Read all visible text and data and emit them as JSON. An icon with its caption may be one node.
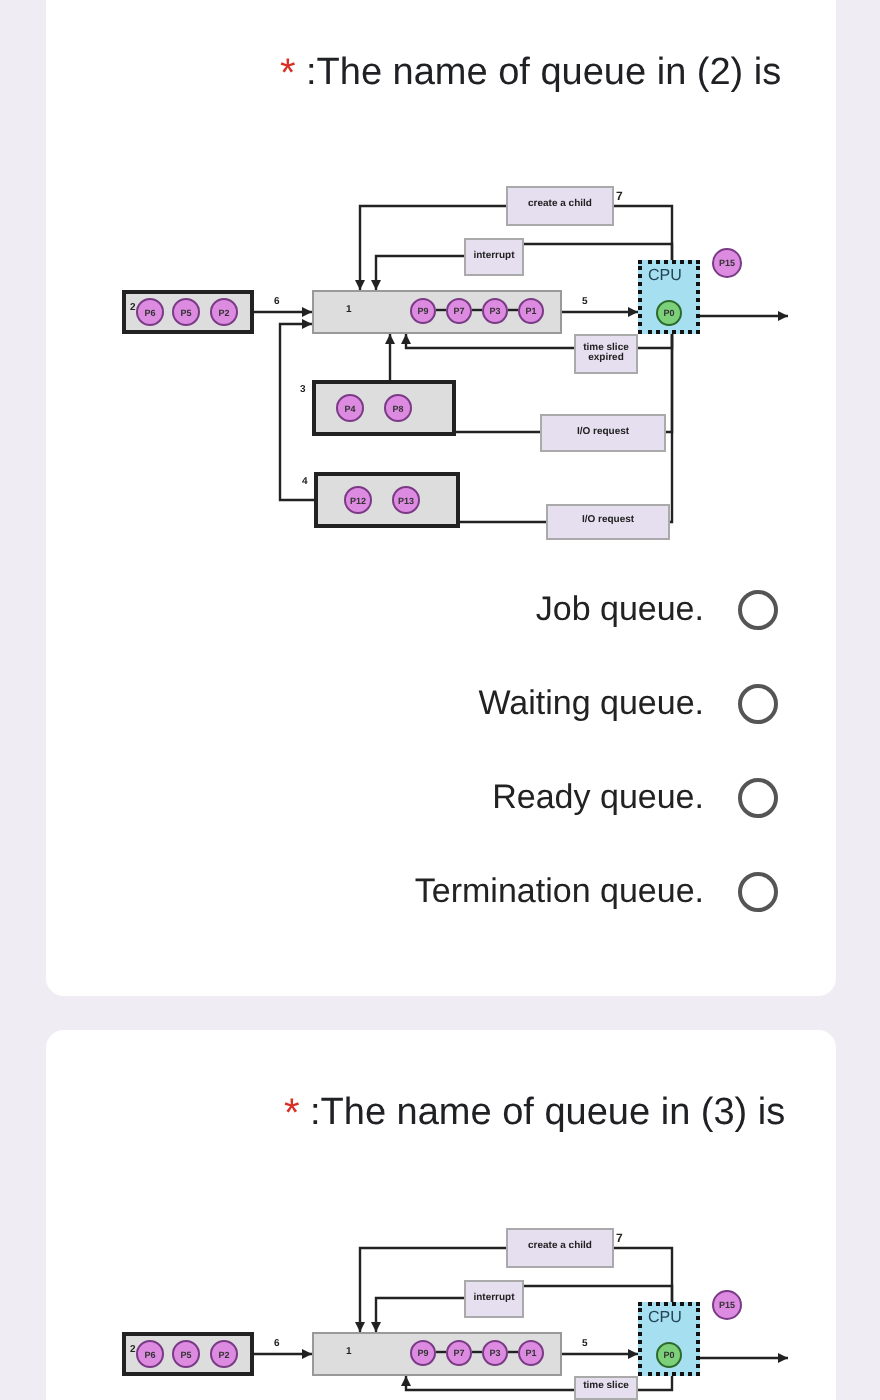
{
  "diagram": {
    "nodes": [
      {
        "text": [
          "2"
        ]
      },
      {
        "text": [
          "P6"
        ],
        "in": 0
      },
      {
        "text": [
          "P5"
        ],
        "in": 0
      },
      {
        "text": [
          "P2"
        ],
        "in": 0
      },
      {
        "text": [
          "1"
        ]
      },
      {
        "text": [
          "P9"
        ],
        "in": 4
      },
      {
        "text": [
          "P7"
        ],
        "in": 4
      },
      {
        "text": [
          "P3"
        ],
        "in": 4
      },
      {
        "text": [
          "P1"
        ],
        "in": 4
      },
      {
        "text": [
          "CPU"
        ]
      },
      {
        "text": [
          "P0"
        ],
        "in": 9
      },
      {
        "text": [
          "P15"
        ]
      },
      {
        "text": [],
        "shape": "box",
        "beside": [
          "3"
        ]
      },
      {
        "text": [
          "P4"
        ],
        "in": 12
      },
      {
        "text": [
          "P8"
        ],
        "in": 12
      },
      {
        "text": [],
        "shape": "box",
        "beside": [
          "4"
        ]
      },
      {
        "text": [
          "P12"
        ],
        "in": 15
      },
      {
        "text": [
          "P13"
        ],
        "in": 15
      },
      {
        "text": [
          "create a child"
        ],
        "beside": [
          "7"
        ]
      },
      {
        "text": [
          "interrupt"
        ]
      },
      {
        "text": [
          "time slice expired"
        ]
      },
      {
        "text": [
          "I/O request"
        ]
      },
      {
        "text": [
          "I/O request"
        ]
      },
      {
        "text": [
          "2"
        ]
      },
      {
        "text": [
          "P6"
        ],
        "in": 23
      },
      {
        "text": [
          "P5"
        ],
        "in": 23
      },
      {
        "text": [
          "P2"
        ],
        "in": 23
      },
      {
        "text": [
          "1"
        ]
      },
      {
        "text": [
          "P9"
        ],
        "in": 27
      },
      {
        "text": [
          "P7"
        ],
        "in": 27
      },
      {
        "text": [
          "P3"
        ],
        "in": 27
      },
      {
        "text": [
          "P1"
        ],
        "in": 27
      },
      {
        "text": [
          "CPU"
        ]
      },
      {
        "text": [
          "P0"
        ],
        "in": 32
      },
      {
        "text": [
          "P15"
        ]
      },
      {
        "text": [
          "create a child"
        ],
        "beside": [
          "7"
        ]
      },
      {
        "text": [
          "interrupt"
        ]
      },
      {
        "text": [
          "time slice"
        ]
      }
    ],
    "edges": [
      {
        "from": 0,
        "to": 4,
        "arrow": "to",
        "label": "6"
      },
      {
        "from": 4,
        "to": 9,
        "arrow": "to",
        "label": "5"
      },
      {
        "from": 5,
        "to": 6,
        "arrow": "none"
      },
      {
        "from": 6,
        "to": 7,
        "arrow": "none"
      },
      {
        "from": 7,
        "to": 8,
        "arrow": "none"
      },
      {
        "from": 9,
        "to": 18,
        "arrow": "none"
      },
      {
        "from": 18,
        "to": 4,
        "arrow": "to"
      },
      {
        "from": 9,
        "to": 19,
        "arrow": "none"
      },
      {
        "from": 19,
        "to": 4,
        "arrow": "to"
      },
      {
        "from": 9,
        "to": 20,
        "arrow": "none"
      },
      {
        "from": 20,
        "to": 4,
        "arrow": "to"
      },
      {
        "from": 9,
        "to": 21,
        "arrow": "none"
      },
      {
        "from": 21,
        "to": 12,
        "arrow": "none"
      },
      {
        "from": 12,
        "to": 4,
        "arrow": "to"
      },
      {
        "from": 9,
        "to": 22,
        "arrow": "none"
      },
      {
        "from": 22,
        "to": 15,
        "arrow": "none"
      },
      {
        "from": 15,
        "to": 4,
        "arrow": "to"
      },
      {
        "from": 9,
        "to": null,
        "arrow": "to"
      },
      {
        "from": 23,
        "to": 27,
        "arrow": "to",
        "label": "6"
      },
      {
        "from": 27,
        "to": 32,
        "arrow": "to",
        "label": "5"
      },
      {
        "from": 28,
        "to": 29,
        "arrow": "none"
      },
      {
        "from": 29,
        "to": 30,
        "arrow": "none"
      },
      {
        "from": 30,
        "to": 31,
        "arrow": "none"
      },
      {
        "from": 32,
        "to": 35,
        "arrow": "none"
      },
      {
        "from": 35,
        "to": 27,
        "arrow": "to"
      },
      {
        "from": 32,
        "to": 36,
        "arrow": "none"
      },
      {
        "from": 36,
        "to": 27,
        "arrow": "to"
      },
      {
        "from": 32,
        "to": 37,
        "arrow": "none"
      },
      {
        "from": 37,
        "to": 27,
        "arrow": "to"
      },
      {
        "from": 32,
        "to": null,
        "arrow": "to"
      }
    ],
    "labels": [
      "*",
      ":The name of queue in (2) is",
      "Job queue.",
      "Waiting queue.",
      "Ready queue.",
      "Termination queue.",
      "*",
      ":The name of queue in (3) is"
    ]
  }
}
